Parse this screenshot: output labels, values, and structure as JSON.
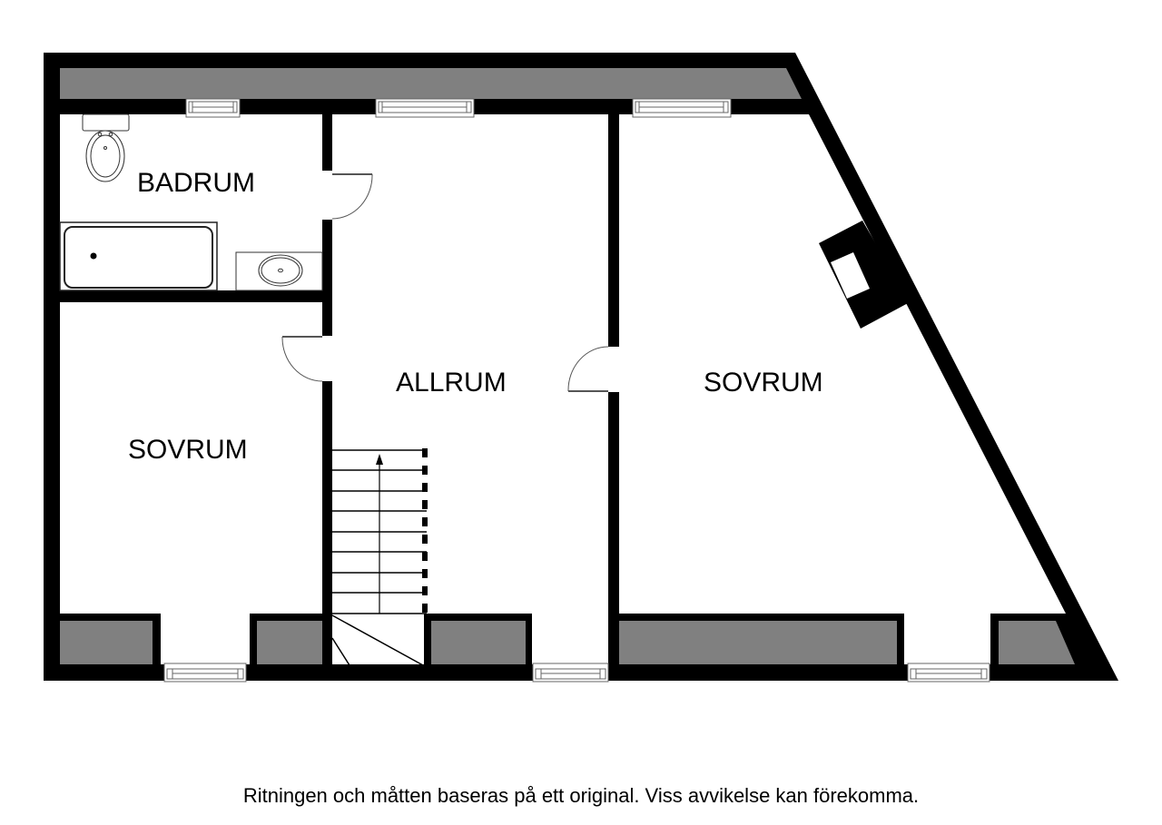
{
  "floorplan": {
    "rooms": [
      {
        "id": "badrum",
        "label": "BADRUM"
      },
      {
        "id": "allrum",
        "label": "ALLRUM"
      },
      {
        "id": "sovrum-left",
        "label": "SOVRUM"
      },
      {
        "id": "sovrum-right",
        "label": "SOVRUM"
      }
    ],
    "fixtures": [
      "toilet-icon",
      "bathtub-icon",
      "sink-icon",
      "chimney-icon",
      "staircase-icon"
    ],
    "colors": {
      "wall": "#000000",
      "eaves_fill": "#808080",
      "background": "#ffffff"
    }
  },
  "footer": {
    "disclaimer": "Ritningen och måtten baseras på ett original. Viss avvikelse kan förekomma."
  }
}
